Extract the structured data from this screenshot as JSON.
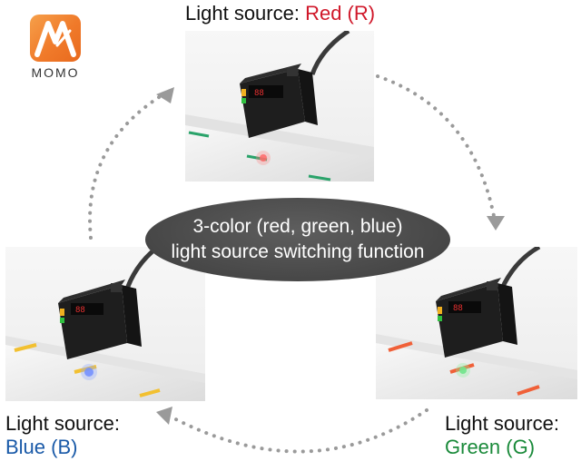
{
  "logo": {
    "brand": "MOMO"
  },
  "labels": {
    "top_prefix": "Light source: ",
    "top_color": "Red (R)",
    "left_prefix": "Light source:",
    "left_color": "Blue (B)",
    "right_prefix": "Light source:",
    "right_color": "Green (G)"
  },
  "center": {
    "line1": "3-color (red, green, blue)",
    "line2": "light source switching function"
  },
  "colors": {
    "red": "#d0182a",
    "blue": "#1a5aa8",
    "green": "#1a8a3a",
    "arrow": "#9a9a9a",
    "ellipse": "#4a4a4a",
    "logo": "#f07a2a"
  },
  "icons": {
    "logo": "momo-logo-icon",
    "sensor": "photoelectric-sensor-icon",
    "arrow": "dotted-cycle-arrow-icon"
  }
}
